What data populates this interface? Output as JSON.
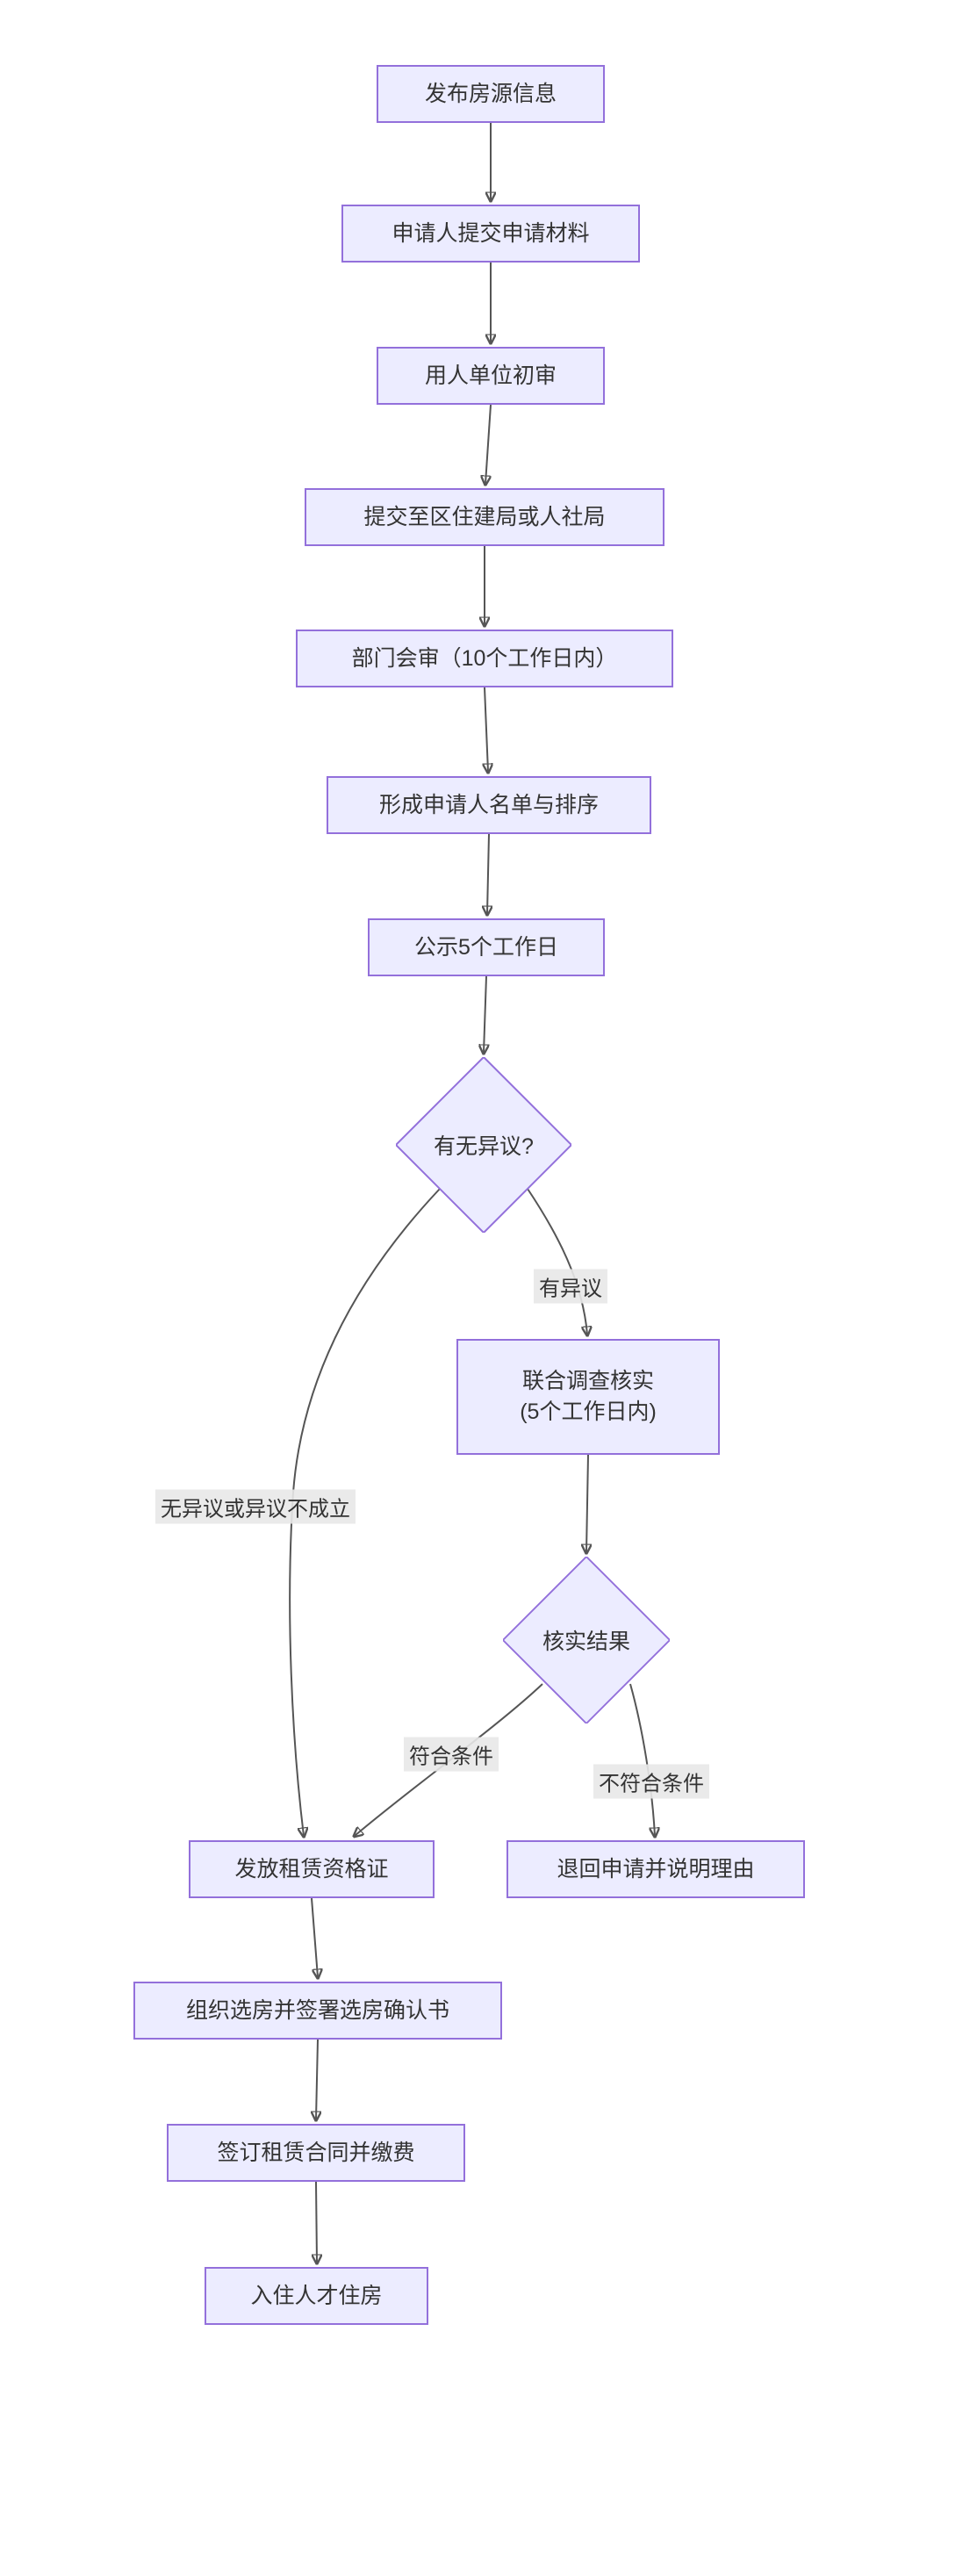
{
  "diagram": {
    "type": "flowchart",
    "colors": {
      "node_fill": "#ECECFF",
      "node_border": "#9370DB",
      "edge": "#555555",
      "text": "#333333",
      "edge_label_bg": "#E8E8E8"
    },
    "nodes": {
      "publish": {
        "label": "发布房源信息"
      },
      "submit": {
        "label": "申请人提交申请材料"
      },
      "initial_review": {
        "label": "用人单位初审"
      },
      "submit_bureau": {
        "label": "提交至区住建局或人社局"
      },
      "joint_review": {
        "label": "部门会审（10个工作日内）"
      },
      "form_list": {
        "label": "形成申请人名单与排序"
      },
      "publicity": {
        "label": "公示5个工作日"
      },
      "objection_decision": {
        "label": "有无异议?"
      },
      "investigation": {
        "label": "联合调查核实\n(5个工作日内)"
      },
      "verify_result": {
        "label": "核实结果"
      },
      "issue_cert": {
        "label": "发放租赁资格证"
      },
      "reject": {
        "label": "退回申请并说明理由"
      },
      "select_housing": {
        "label": "组织选房并签署选房确认书"
      },
      "sign_contract": {
        "label": "签订租赁合同并缴费"
      },
      "move_in": {
        "label": "入住人才住房"
      }
    },
    "edge_labels": {
      "has_objection": "有异议",
      "no_objection": "无异议或异议不成立",
      "qualified": "符合条件",
      "not_qualified": "不符合条件"
    }
  }
}
